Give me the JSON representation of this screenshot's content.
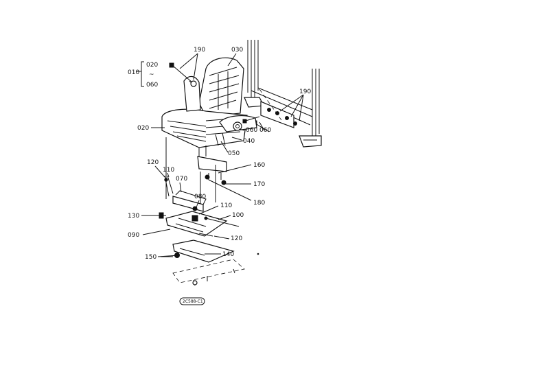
{
  "parts_group": {
    "main": "010",
    "range_start": "020",
    "tilde": "~",
    "range_end": "060"
  },
  "callouts": {
    "p190_top": "190",
    "p030": "030",
    "p190_right": "190",
    "p020": "020",
    "p060_a": "060",
    "p060_b": "060",
    "p040": "040",
    "p050": "050",
    "p160": "160",
    "p170": "170",
    "p180": "180",
    "p120_top": "120",
    "p110_top": "110",
    "p070": "070",
    "p080": "080",
    "p110_mid": "110",
    "p100": "100",
    "p130": "130",
    "p090": "090",
    "p120_mid": "120",
    "p140": "140",
    "p150": "150"
  },
  "drawing_code": "2C588-C1"
}
